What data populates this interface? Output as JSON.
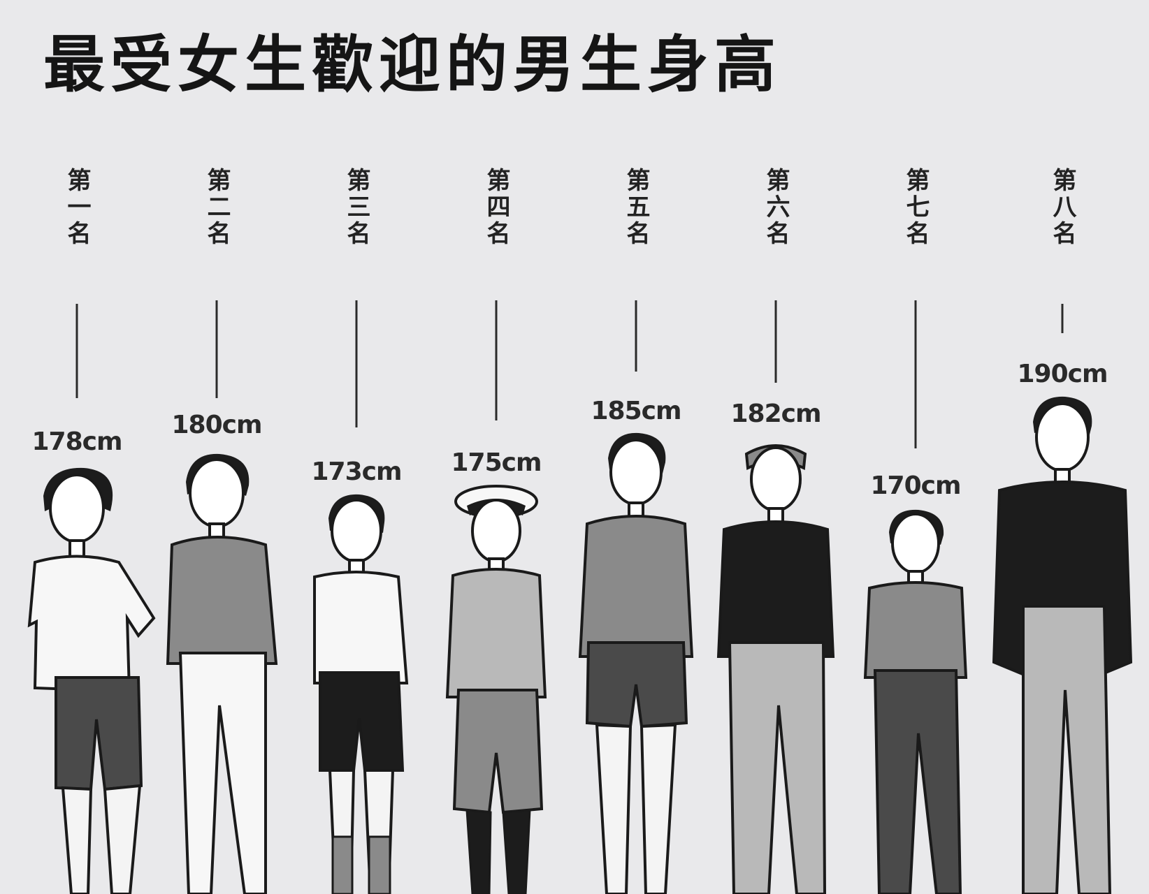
{
  "title": "最受女生歡迎的男生身高",
  "ranks": [
    {
      "rank_label": "第一名",
      "height": "178cm"
    },
    {
      "rank_label": "第二名",
      "height": "180cm"
    },
    {
      "rank_label": "第三名",
      "height": "173cm"
    },
    {
      "rank_label": "第四名",
      "height": "175cm"
    },
    {
      "rank_label": "第五名",
      "height": "185cm"
    },
    {
      "rank_label": "第六名",
      "height": "182cm"
    },
    {
      "rank_label": "第七名",
      "height": "170cm"
    },
    {
      "rank_label": "第八名",
      "height": "190cm"
    }
  ],
  "colors": {
    "background": "#e9e9eb",
    "ink": "#1a1a1a",
    "white_cloth": "#f7f7f7",
    "light_gray_cloth": "#b9b9b9",
    "mid_gray_cloth": "#8a8a8a",
    "dark_gray_cloth": "#4a4a4a",
    "black_cloth": "#1c1c1c"
  }
}
